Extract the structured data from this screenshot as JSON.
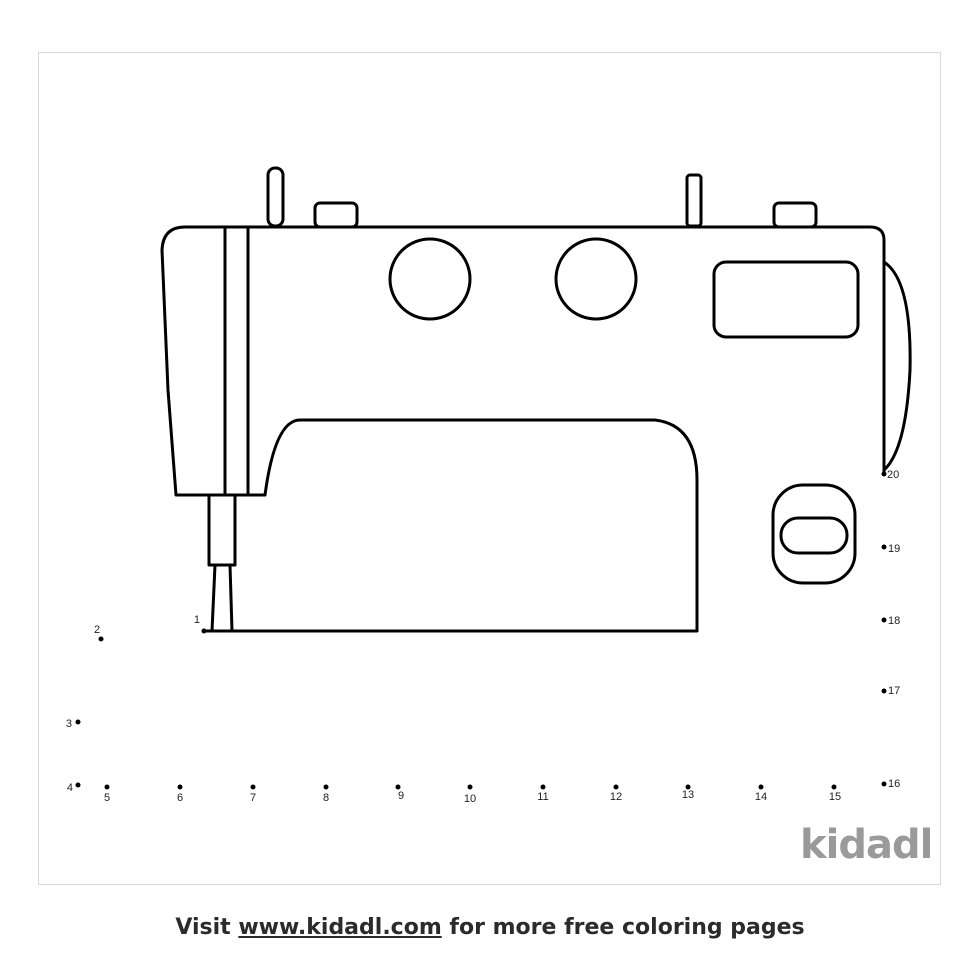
{
  "worksheet": {
    "dot_labels": [
      "1",
      "2",
      "3",
      "4",
      "5",
      "6",
      "7",
      "8",
      "9",
      "10",
      "11",
      "12",
      "13",
      "14",
      "15",
      "16",
      "17",
      "18",
      "19",
      "20"
    ]
  },
  "logo": "kidadl",
  "footer": {
    "prefix": "Visit ",
    "link": "www.kidadl.com",
    "suffix": " for more free coloring pages"
  }
}
